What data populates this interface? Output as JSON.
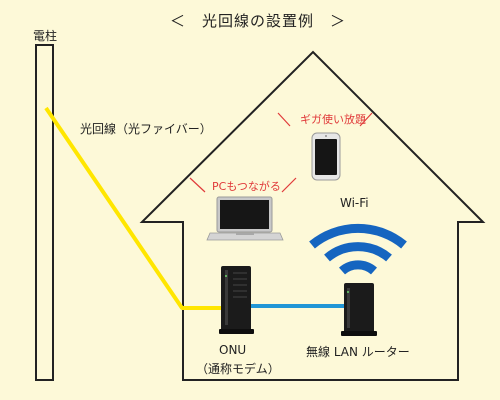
{
  "title": "＜　光回線の設置例　＞",
  "labels": {
    "pole": "電柱",
    "fiber": "光回線（光ファイバー）",
    "giga": "ギガ使い放題",
    "pc": "PCもつながる",
    "wifi": "Wi-Fi",
    "onu": "ONU",
    "onu_sub": "（通称モデム）",
    "router": "無線 LAN ルーター"
  },
  "colors": {
    "background": "#fdf9d8",
    "fiber": "#ffe600",
    "lan_cable": "#2196d6",
    "wifi_waves": "#1565c0",
    "callout": "#e03a3a",
    "outline": "#222222"
  },
  "icons": [
    "utility-pole",
    "house-outline",
    "smartphone-icon",
    "laptop-icon",
    "wifi-icon",
    "onu-device-icon",
    "router-device-icon"
  ]
}
